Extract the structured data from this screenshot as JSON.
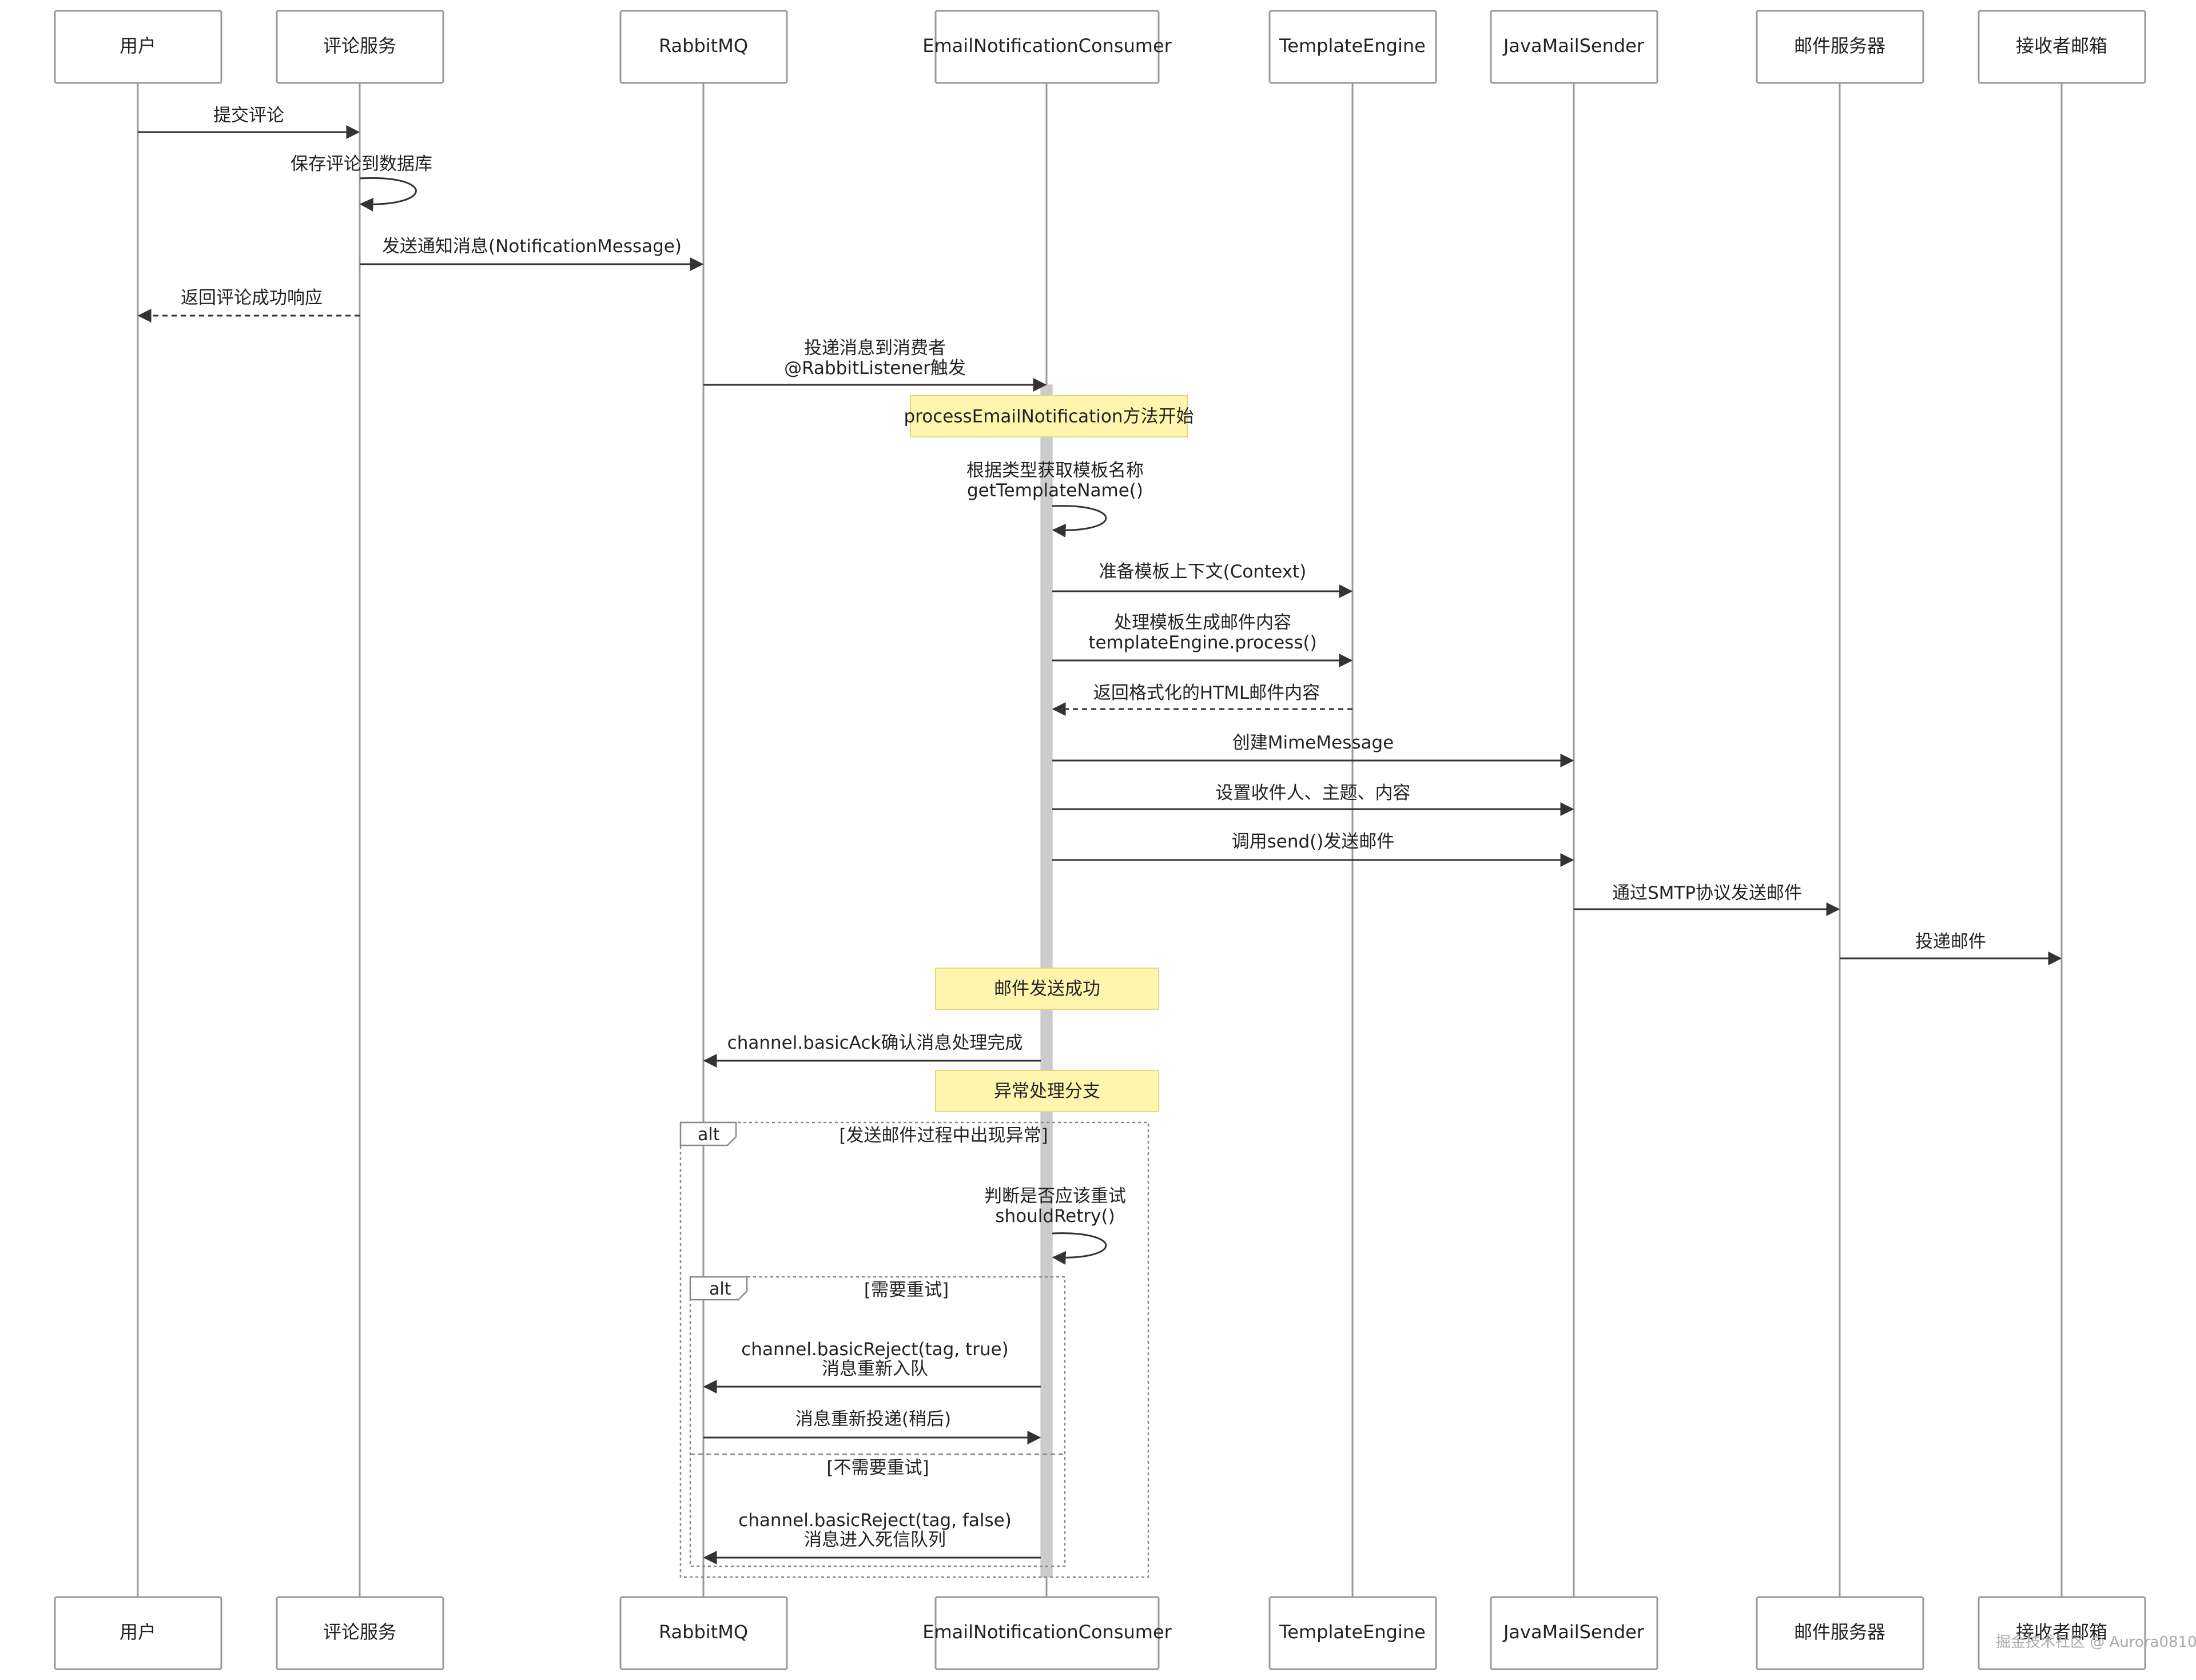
{
  "participants": [
    {
      "id": "user",
      "label": "用户"
    },
    {
      "id": "comment",
      "label": "评论服务"
    },
    {
      "id": "mq",
      "label": "RabbitMQ"
    },
    {
      "id": "consumer",
      "label": "EmailNotificationConsumer"
    },
    {
      "id": "template",
      "label": "TemplateEngine"
    },
    {
      "id": "mail",
      "label": "JavaMailSender"
    },
    {
      "id": "server",
      "label": "邮件服务器"
    },
    {
      "id": "inbox",
      "label": "接收者邮箱"
    }
  ],
  "messages": [
    {
      "from": "user",
      "to": "comment",
      "lines": [
        "提交评论"
      ],
      "style": "solid"
    },
    {
      "from": "comment",
      "to": "comment",
      "lines": [
        "保存评论到数据库"
      ],
      "style": "self"
    },
    {
      "from": "comment",
      "to": "mq",
      "lines": [
        "发送通知消息(NotificationMessage)"
      ],
      "style": "solid"
    },
    {
      "from": "comment",
      "to": "user",
      "lines": [
        "返回评论成功响应"
      ],
      "style": "dashed"
    },
    {
      "from": "mq",
      "to": "consumer",
      "lines": [
        "投递消息到消费者",
        "@RabbitListener触发"
      ],
      "style": "solid"
    },
    {
      "from": "consumer",
      "to": "consumer",
      "lines": [
        "根据类型获取模板名称",
        "getTemplateName()"
      ],
      "style": "self"
    },
    {
      "from": "consumer",
      "to": "template",
      "lines": [
        "准备模板上下文(Context)"
      ],
      "style": "solid"
    },
    {
      "from": "consumer",
      "to": "template",
      "lines": [
        "处理模板生成邮件内容",
        "templateEngine.process()"
      ],
      "style": "solid"
    },
    {
      "from": "template",
      "to": "consumer",
      "lines": [
        "返回格式化的HTML邮件内容"
      ],
      "style": "dashed"
    },
    {
      "from": "consumer",
      "to": "mail",
      "lines": [
        "创建MimeMessage"
      ],
      "style": "solid"
    },
    {
      "from": "consumer",
      "to": "mail",
      "lines": [
        "设置收件人、主题、内容"
      ],
      "style": "solid"
    },
    {
      "from": "consumer",
      "to": "mail",
      "lines": [
        "调用send()发送邮件"
      ],
      "style": "solid"
    },
    {
      "from": "mail",
      "to": "server",
      "lines": [
        "通过SMTP协议发送邮件"
      ],
      "style": "solid"
    },
    {
      "from": "server",
      "to": "inbox",
      "lines": [
        "投递邮件"
      ],
      "style": "solid"
    },
    {
      "from": "consumer",
      "to": "mq",
      "lines": [
        "channel.basicAck确认消息处理完成"
      ],
      "style": "solid"
    },
    {
      "from": "consumer",
      "to": "consumer",
      "lines": [
        "判断是否应该重试",
        "shouldRetry()"
      ],
      "style": "self"
    },
    {
      "from": "consumer",
      "to": "mq",
      "lines": [
        "channel.basicReject(tag, true)",
        "消息重新入队"
      ],
      "style": "solid"
    },
    {
      "from": "mq",
      "to": "consumer",
      "lines": [
        "消息重新投递(稍后)"
      ],
      "style": "solid"
    },
    {
      "from": "consumer",
      "to": "mq",
      "lines": [
        "channel.basicReject(tag, false)",
        "消息进入死信队列"
      ],
      "style": "solid"
    }
  ],
  "notes": [
    {
      "text": "processEmailNotification方法开始"
    },
    {
      "text": "邮件发送成功"
    },
    {
      "text": "异常处理分支"
    }
  ],
  "fragments": [
    {
      "keyword": "alt",
      "condition": "[发送邮件过程中出现异常]"
    },
    {
      "keyword": "alt",
      "condition": "[需要重试]",
      "else_condition": "[不需要重试]"
    }
  ],
  "watermark": "掘金技术社区 @ Aurora0810"
}
